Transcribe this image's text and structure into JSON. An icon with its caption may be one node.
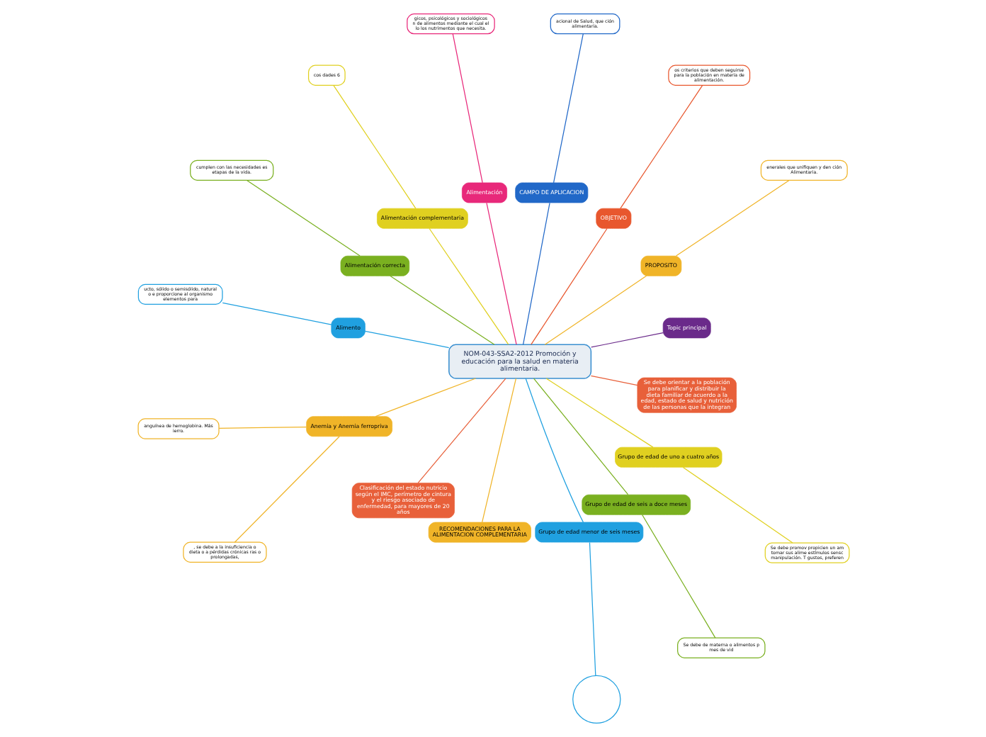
{
  "diagram": {
    "nodes": [
      {
        "text": [
          "NOM-043-SSA2-2012 Promoción y educación para la salud en materia alimentaria."
        ]
      },
      {
        "text": [
          "Topic principal"
        ]
      },
      {
        "text": [
          "PROPOSITO"
        ]
      },
      {
        "text": [
          "enerales que unifiquen y den ción Alimentaria."
        ]
      },
      {
        "text": [
          "OBJETIVO"
        ]
      },
      {
        "text": [
          "os criterios que deben seguirse para la población en materia de alimentación."
        ]
      },
      {
        "text": [
          "CAMPO DE APLICACION"
        ]
      },
      {
        "text": [
          "acional de Salud, que ción alimentaria."
        ]
      },
      {
        "text": [
          "Alimentación"
        ]
      },
      {
        "text": [
          "gicos, psicológicos y sociológicos n de alimentos mediante el cual el lo los nutrimentos que necesita."
        ]
      },
      {
        "text": [
          "Alimentación complementaria"
        ]
      },
      {
        "text": [
          "cos dades 6"
        ]
      },
      {
        "text": [
          "Alimentación correcta"
        ]
      },
      {
        "text": [
          "cumplen con las necesidades es etapas de la vida."
        ]
      },
      {
        "text": [
          "Alimento"
        ]
      },
      {
        "text": [
          "ucto, sólido o semisólido, natural o e proporcione al organismo elementos para"
        ]
      },
      {
        "text": [
          "Anemia y Anemia ferropriva"
        ]
      },
      {
        "text": [
          "anguínea de hemoglobina. Más ierro."
        ]
      },
      {
        "text": [
          ", se debe a la insuficiencia o dieta o a pérdidas crónicas ras o prolongadas,"
        ]
      },
      {
        "text": [
          "Clasificación del estado nutricio según el IMC, perímetro de cintura y el riesgo asociado de enfermedad, para mayores de 20 años"
        ]
      },
      {
        "text": [
          "RECOMENDACIONES PARA LA ALIMENTACION COMPLEMENTARIA"
        ]
      },
      {
        "text": [
          "Grupo de edad menor de seis meses"
        ]
      },
      {
        "text": [],
        "shape": "circle"
      },
      {
        "text": [
          "Grupo de edad de seis a doce meses"
        ]
      },
      {
        "text": [
          "Se debe de materna o alimentos p mes de vid"
        ]
      },
      {
        "text": [
          "Grupo de edad de uno a cuatro años"
        ]
      },
      {
        "text": [
          "Se debe promov propicien un am tomar sus alime estímulos sensc manipulación. T gustos, preferen"
        ]
      },
      {
        "text": [
          "Se debe orientar a la población para planificar y distribuir la dieta familiar de acuerdo a la edad, estado de salud y nutrición de las personas que la integran"
        ]
      }
    ],
    "edges": [
      {
        "from": 0,
        "to": 1,
        "arrow": "none",
        "color": "#6a2a8a"
      },
      {
        "from": 0,
        "to": 2,
        "arrow": "none",
        "color": "#f0b428"
      },
      {
        "from": 2,
        "to": 3,
        "arrow": "none",
        "color": "#f0b428"
      },
      {
        "from": 0,
        "to": 4,
        "arrow": "none",
        "color": "#e8572e"
      },
      {
        "from": 4,
        "to": 5,
        "arrow": "none",
        "color": "#e8572e"
      },
      {
        "from": 0,
        "to": 6,
        "arrow": "none",
        "color": "#2168c8"
      },
      {
        "from": 6,
        "to": 7,
        "arrow": "none",
        "color": "#2168c8"
      },
      {
        "from": 0,
        "to": 8,
        "arrow": "none",
        "color": "#e8287a"
      },
      {
        "from": 8,
        "to": 9,
        "arrow": "none",
        "color": "#e8287a"
      },
      {
        "from": 0,
        "to": 10,
        "arrow": "none",
        "color": "#e0d020"
      },
      {
        "from": 10,
        "to": 11,
        "arrow": "none",
        "color": "#e0d020"
      },
      {
        "from": 0,
        "to": 12,
        "arrow": "none",
        "color": "#7ab020"
      },
      {
        "from": 12,
        "to": 13,
        "arrow": "none",
        "color": "#7ab020"
      },
      {
        "from": 0,
        "to": 14,
        "arrow": "none",
        "color": "#20a0e0"
      },
      {
        "from": 14,
        "to": 15,
        "arrow": "none",
        "color": "#20a0e0"
      },
      {
        "from": 0,
        "to": 16,
        "arrow": "none",
        "color": "#f0b428"
      },
      {
        "from": 16,
        "to": 17,
        "arrow": "none",
        "color": "#f0b428"
      },
      {
        "from": 16,
        "to": 18,
        "arrow": "none",
        "color": "#f0b428"
      },
      {
        "from": 0,
        "to": 19,
        "arrow": "none",
        "color": "#e8603a"
      },
      {
        "from": 0,
        "to": 20,
        "arrow": "none",
        "color": "#f0b428"
      },
      {
        "from": 0,
        "to": 21,
        "arrow": "none",
        "color": "#20a0e0"
      },
      {
        "from": 21,
        "to": 22,
        "arrow": "none",
        "color": "#20a0e0"
      },
      {
        "from": 0,
        "to": 23,
        "arrow": "none",
        "color": "#7ab020"
      },
      {
        "from": 23,
        "to": 24,
        "arrow": "none",
        "color": "#7ab020"
      },
      {
        "from": 0,
        "to": 25,
        "arrow": "none",
        "color": "#e0d020"
      },
      {
        "from": 25,
        "to": 26,
        "arrow": "none",
        "color": "#e0d020"
      },
      {
        "from": 0,
        "to": 27,
        "arrow": "none",
        "color": "#e8603a"
      }
    ]
  }
}
